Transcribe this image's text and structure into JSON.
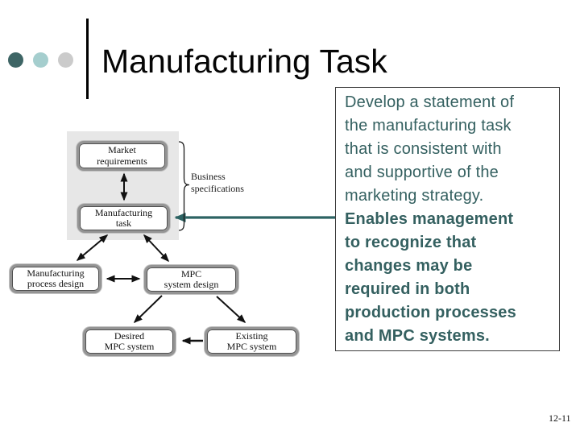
{
  "header": {
    "title": "Manufacturing Task",
    "bullet_colors": [
      "#3E6565",
      "#A5CECE",
      "#CBCBCB"
    ]
  },
  "note_box": {
    "normal_text": "Develop a statement of\nthe manufacturing task\nthat is consistent with\nand supportive of the\nmarketing strategy.",
    "bold_text": "Enables management\nto recognize that\nchanges may be\nrequired in both\nproduction processes\nand MPC systems."
  },
  "diagram": {
    "nodes": [
      {
        "id": "market-requirements",
        "line1": "Market",
        "line2": "requirements"
      },
      {
        "id": "manufacturing-task",
        "line1": "Manufacturing",
        "line2": "task"
      },
      {
        "id": "manufacturing-process-design",
        "line1": "Manufacturing",
        "line2": "process design"
      },
      {
        "id": "mpc-system-design",
        "line1": "MPC",
        "line2": "system design"
      },
      {
        "id": "desired-mpc-system",
        "line1": "Desired",
        "line2": "MPC system"
      },
      {
        "id": "existing-mpc-system",
        "line1": "Existing",
        "line2": "MPC system"
      }
    ],
    "brace_label": {
      "line1": "Business",
      "line2": "specifications"
    }
  },
  "footer": {
    "page_number": "12-11"
  },
  "colors": {
    "note_text": "#346060",
    "pointer_arrow": "#2D6363",
    "connector_black": "#111111",
    "panel_background": "#E7E7E7",
    "node_border": "#949494"
  }
}
